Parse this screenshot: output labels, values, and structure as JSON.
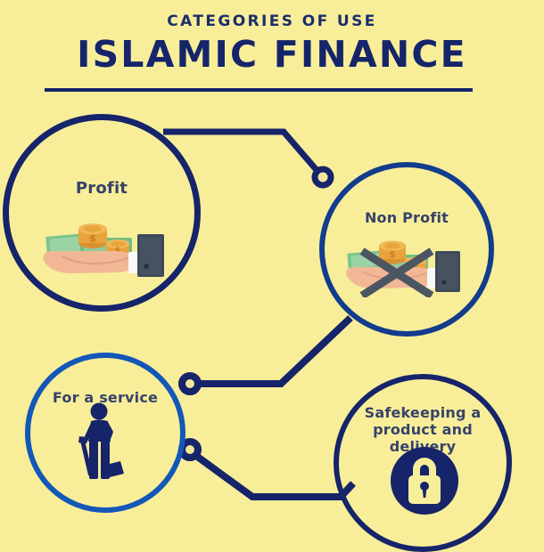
{
  "header": {
    "eyebrow": "CATEGORIES OF USE",
    "title": "ISLAMIC FINANCE"
  },
  "colors": {
    "background": "#F8EE9A",
    "navy": "#16246A",
    "blue_mid": "#123C8C",
    "blue_bright": "#1357B8",
    "label_text": "#36426A",
    "icon_dark": "#3E4A5A",
    "coin_gold": "#E8A33D",
    "bill_green": "#6FBF7F",
    "skin": "#F0B492"
  },
  "nodes": [
    {
      "id": "profit",
      "label": "Profit",
      "icon": "hand-holding-money-icon",
      "stroke": "#16246A"
    },
    {
      "id": "nonprofit",
      "label": "Non Profit",
      "icon": "hand-holding-money-crossed-out-icon",
      "stroke": "#123C8C"
    },
    {
      "id": "service",
      "label": "For a service",
      "icon": "worker-with-shovel-icon",
      "stroke": "#1357B8"
    },
    {
      "id": "safekeeping",
      "label_line1": "Safekeeping a",
      "label_line2": "product and delivery",
      "icon": "padlock-icon",
      "stroke": "#16246A"
    }
  ],
  "connectors": {
    "count": 3,
    "junction_dots": 3,
    "stroke_color": "#16246A",
    "dot_fill": "#F1E79C"
  }
}
